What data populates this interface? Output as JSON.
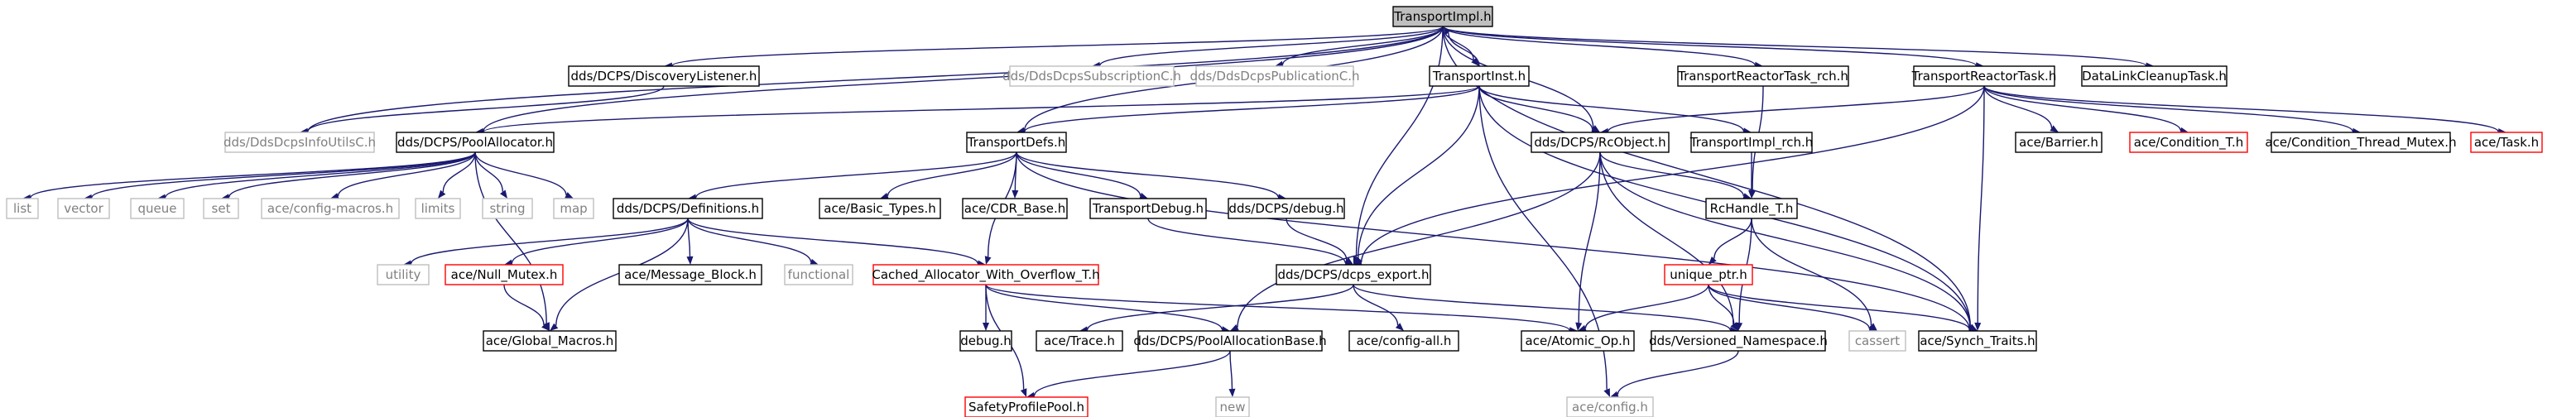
{
  "graph": {
    "root": "TransportImpl.h",
    "nodes": {
      "TransportImpl": {
        "label": "TransportImpl.h",
        "style": "root"
      },
      "DiscoveryListener": {
        "label": "dds/DCPS/DiscoveryListener.h",
        "style": "normal"
      },
      "DdsDcpsSubscriptionC": {
        "label": "dds/DdsDcpsSubscriptionC.h",
        "style": "external"
      },
      "DdsDcpsPublicationC": {
        "label": "dds/DdsDcpsPublicationC.h",
        "style": "external"
      },
      "TransportInst": {
        "label": "TransportInst.h",
        "style": "normal"
      },
      "TransportReactorTask_rch": {
        "label": "TransportReactorTask_rch.h",
        "style": "normal"
      },
      "TransportReactorTask": {
        "label": "TransportReactorTask.h",
        "style": "normal"
      },
      "DataLinkCleanupTask": {
        "label": "DataLinkCleanupTask.h",
        "style": "normal"
      },
      "DdsDcpsInfoUtilsC": {
        "label": "dds/DdsDcpsInfoUtilsC.h",
        "style": "external"
      },
      "PoolAllocator": {
        "label": "dds/DCPS/PoolAllocator.h",
        "style": "normal"
      },
      "TransportDefs": {
        "label": "TransportDefs.h",
        "style": "normal"
      },
      "RcObject": {
        "label": "dds/DCPS/RcObject.h",
        "style": "normal"
      },
      "TransportImpl_rch": {
        "label": "TransportImpl_rch.h",
        "style": "normal"
      },
      "Barrier": {
        "label": "ace/Barrier.h",
        "style": "normal"
      },
      "Condition_T": {
        "label": "ace/Condition_T.h",
        "style": "red"
      },
      "Condition_Thread_Mutex": {
        "label": "ace/Condition_Thread_Mutex.h",
        "style": "normal"
      },
      "Task": {
        "label": "ace/Task.h",
        "style": "red"
      },
      "list": {
        "label": "list",
        "style": "external"
      },
      "vector": {
        "label": "vector",
        "style": "external"
      },
      "queue": {
        "label": "queue",
        "style": "external"
      },
      "set": {
        "label": "set",
        "style": "external"
      },
      "config_macros": {
        "label": "ace/config-macros.h",
        "style": "external"
      },
      "limits": {
        "label": "limits",
        "style": "external"
      },
      "string": {
        "label": "string",
        "style": "external"
      },
      "map": {
        "label": "map",
        "style": "external"
      },
      "Definitions": {
        "label": "dds/DCPS/Definitions.h",
        "style": "normal"
      },
      "Basic_Types": {
        "label": "ace/Basic_Types.h",
        "style": "normal"
      },
      "CDR_Base": {
        "label": "ace/CDR_Base.h",
        "style": "normal"
      },
      "TransportDebug": {
        "label": "TransportDebug.h",
        "style": "normal"
      },
      "debug_dcps": {
        "label": "dds/DCPS/debug.h",
        "style": "normal"
      },
      "RcHandle_T": {
        "label": "RcHandle_T.h",
        "style": "normal"
      },
      "utility": {
        "label": "utility",
        "style": "external"
      },
      "Null_Mutex": {
        "label": "ace/Null_Mutex.h",
        "style": "red"
      },
      "Message_Block": {
        "label": "ace/Message_Block.h",
        "style": "normal"
      },
      "functional": {
        "label": "functional",
        "style": "external"
      },
      "Cached_Allocator": {
        "label": "Cached_Allocator_With_Overflow_T.h",
        "style": "red"
      },
      "dcps_export": {
        "label": "dds/DCPS/dcps_export.h",
        "style": "normal"
      },
      "unique_ptr": {
        "label": "unique_ptr.h",
        "style": "red"
      },
      "Global_Macros": {
        "label": "ace/Global_Macros.h",
        "style": "normal"
      },
      "debug_h": {
        "label": "debug.h",
        "style": "normal"
      },
      "Trace": {
        "label": "ace/Trace.h",
        "style": "normal"
      },
      "PoolAllocationBase": {
        "label": "dds/DCPS/PoolAllocationBase.h",
        "style": "normal"
      },
      "config_all": {
        "label": "ace/config-all.h",
        "style": "normal"
      },
      "Atomic_Op": {
        "label": "ace/Atomic_Op.h",
        "style": "normal"
      },
      "Versioned_Namespace": {
        "label": "dds/Versioned_Namespace.h",
        "style": "normal"
      },
      "cassert": {
        "label": "cassert",
        "style": "external"
      },
      "Synch_Traits": {
        "label": "ace/Synch_Traits.h",
        "style": "normal"
      },
      "new": {
        "label": "new",
        "style": "external"
      },
      "config_h": {
        "label": "ace/config.h",
        "style": "external"
      },
      "SafetyProfilePool": {
        "label": "SafetyProfilePool.h",
        "style": "red"
      }
    },
    "edges": [
      [
        "TransportImpl",
        "DiscoveryListener"
      ],
      [
        "TransportImpl",
        "DdsDcpsSubscriptionC"
      ],
      [
        "TransportImpl",
        "DdsDcpsPublicationC"
      ],
      [
        "TransportImpl",
        "TransportInst"
      ],
      [
        "TransportImpl",
        "TransportReactorTask_rch"
      ],
      [
        "TransportImpl",
        "TransportReactorTask"
      ],
      [
        "TransportImpl",
        "DataLinkCleanupTask"
      ],
      [
        "TransportImpl",
        "DdsDcpsInfoUtilsC"
      ],
      [
        "TransportImpl",
        "PoolAllocator"
      ],
      [
        "TransportImpl",
        "TransportDefs"
      ],
      [
        "TransportImpl",
        "RcObject"
      ],
      [
        "TransportImpl",
        "dcps_export"
      ],
      [
        "TransportImpl",
        "Synch_Traits"
      ],
      [
        "DiscoveryListener",
        "DdsDcpsInfoUtilsC"
      ],
      [
        "TransportInst",
        "TransportImpl"
      ],
      [
        "TransportInst",
        "PoolAllocator"
      ],
      [
        "TransportInst",
        "TransportDefs"
      ],
      [
        "TransportInst",
        "RcObject"
      ],
      [
        "TransportInst",
        "TransportImpl_rch"
      ],
      [
        "TransportInst",
        "dcps_export"
      ],
      [
        "TransportInst",
        "Synch_Traits"
      ],
      [
        "TransportInst",
        "config_h"
      ],
      [
        "TransportReactorTask_rch",
        "RcHandle_T"
      ],
      [
        "TransportReactorTask",
        "RcObject"
      ],
      [
        "TransportReactorTask",
        "Barrier"
      ],
      [
        "TransportReactorTask",
        "Condition_T"
      ],
      [
        "TransportReactorTask",
        "Condition_Thread_Mutex"
      ],
      [
        "TransportReactorTask",
        "Task"
      ],
      [
        "TransportReactorTask",
        "Synch_Traits"
      ],
      [
        "TransportReactorTask",
        "dcps_export"
      ],
      [
        "PoolAllocator",
        "list"
      ],
      [
        "PoolAllocator",
        "vector"
      ],
      [
        "PoolAllocator",
        "queue"
      ],
      [
        "PoolAllocator",
        "set"
      ],
      [
        "PoolAllocator",
        "config_macros"
      ],
      [
        "PoolAllocator",
        "limits"
      ],
      [
        "PoolAllocator",
        "string"
      ],
      [
        "PoolAllocator",
        "map"
      ],
      [
        "PoolAllocator",
        "Global_Macros"
      ],
      [
        "TransportDefs",
        "Definitions"
      ],
      [
        "TransportDefs",
        "Basic_Types"
      ],
      [
        "TransportDefs",
        "CDR_Base"
      ],
      [
        "TransportDefs",
        "TransportDebug"
      ],
      [
        "TransportDefs",
        "debug_dcps"
      ],
      [
        "TransportDefs",
        "Cached_Allocator"
      ],
      [
        "TransportDefs",
        "Synch_Traits"
      ],
      [
        "RcObject",
        "RcHandle_T"
      ],
      [
        "RcObject",
        "Atomic_Op"
      ],
      [
        "RcObject",
        "Versioned_Namespace"
      ],
      [
        "RcObject",
        "Synch_Traits"
      ],
      [
        "RcObject",
        "PoolAllocationBase"
      ],
      [
        "TransportImpl_rch",
        "RcHandle_T"
      ],
      [
        "Definitions",
        "utility"
      ],
      [
        "Definitions",
        "Null_Mutex"
      ],
      [
        "Definitions",
        "Message_Block"
      ],
      [
        "Definitions",
        "functional"
      ],
      [
        "Definitions",
        "Cached_Allocator"
      ],
      [
        "Definitions",
        "Global_Macros"
      ],
      [
        "TransportDebug",
        "dcps_export"
      ],
      [
        "debug_dcps",
        "dcps_export"
      ],
      [
        "RcHandle_T",
        "unique_ptr"
      ],
      [
        "RcHandle_T",
        "cassert"
      ],
      [
        "RcHandle_T",
        "Versioned_Namespace"
      ],
      [
        "Null_Mutex",
        "Global_Macros"
      ],
      [
        "Cached_Allocator",
        "debug_h"
      ],
      [
        "Cached_Allocator",
        "PoolAllocationBase"
      ],
      [
        "Cached_Allocator",
        "SafetyProfilePool"
      ],
      [
        "Cached_Allocator",
        "Atomic_Op"
      ],
      [
        "dcps_export",
        "Trace"
      ],
      [
        "dcps_export",
        "config_all"
      ],
      [
        "dcps_export",
        "Versioned_Namespace"
      ],
      [
        "unique_ptr",
        "Atomic_Op"
      ],
      [
        "unique_ptr",
        "Versioned_Namespace"
      ],
      [
        "unique_ptr",
        "cassert"
      ],
      [
        "unique_ptr",
        "Synch_Traits"
      ],
      [
        "PoolAllocationBase",
        "new"
      ],
      [
        "PoolAllocationBase",
        "SafetyProfilePool"
      ],
      [
        "Versioned_Namespace",
        "config_h"
      ]
    ]
  }
}
